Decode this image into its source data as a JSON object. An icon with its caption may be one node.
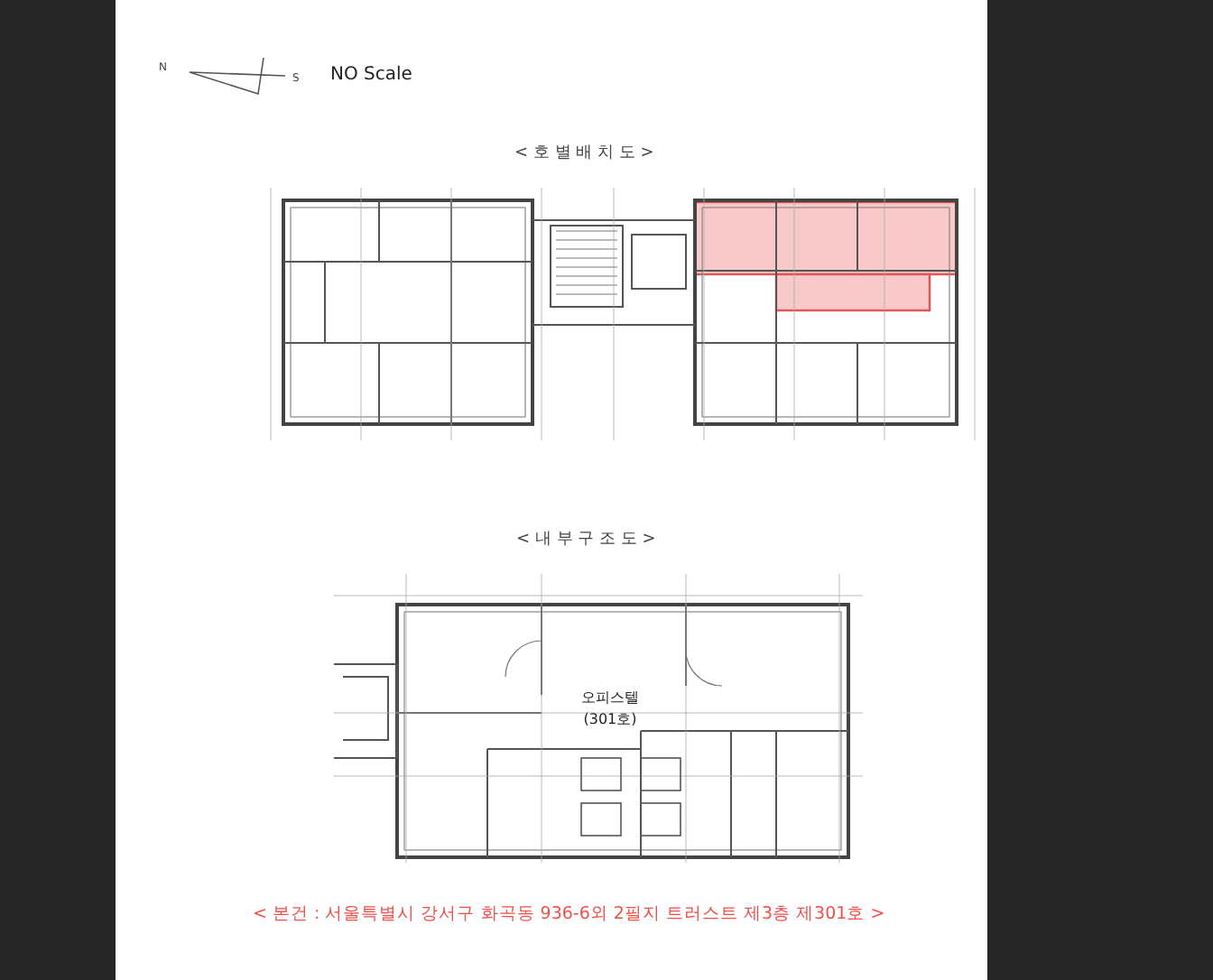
{
  "diagram": {
    "caption": "< 본건 : 서울특별시 강서구 화곡동 936-6외 2필지 트러스트 제3층 제301호 >",
    "labels": [
      "N",
      "S",
      "NO Scale",
      "< 호 별 배 치 도 >",
      "< 내 부 구 조 도 >",
      "오피스텔 (301호)"
    ]
  }
}
